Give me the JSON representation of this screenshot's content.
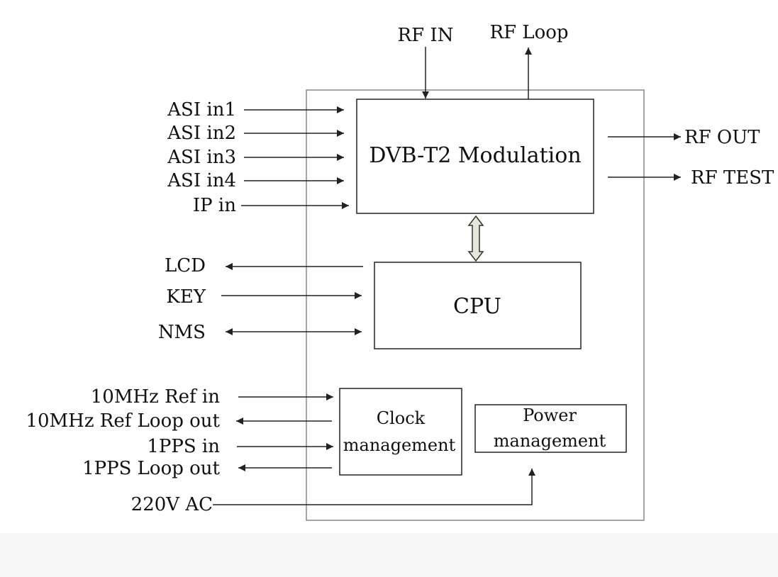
{
  "blocks": {
    "modulation": "DVB-T2 Modulation",
    "cpu": "CPU",
    "clock_line1": "Clock",
    "clock_line2": "management",
    "power_line1": "Power",
    "power_line2": "management"
  },
  "signals": {
    "rf_in": "RF IN",
    "rf_loop": "RF Loop",
    "rf_out": "RF OUT",
    "rf_test": "RF TEST",
    "asi_in1": "ASI in1",
    "asi_in2": "ASI in2",
    "asi_in3": "ASI in3",
    "asi_in4": "ASI in4",
    "ip_in": "IP in",
    "lcd": "LCD",
    "key": "KEY",
    "nms": "NMS",
    "ref_in": "10MHz Ref in",
    "ref_loop_out": "10MHz Ref Loop out",
    "pps_in": "1PPS in",
    "pps_loop_out": "1PPS Loop out",
    "ac": "220V AC"
  },
  "colors": {
    "line": "#222222",
    "frame": "#888888",
    "bus_fill": "#e4e8da"
  }
}
